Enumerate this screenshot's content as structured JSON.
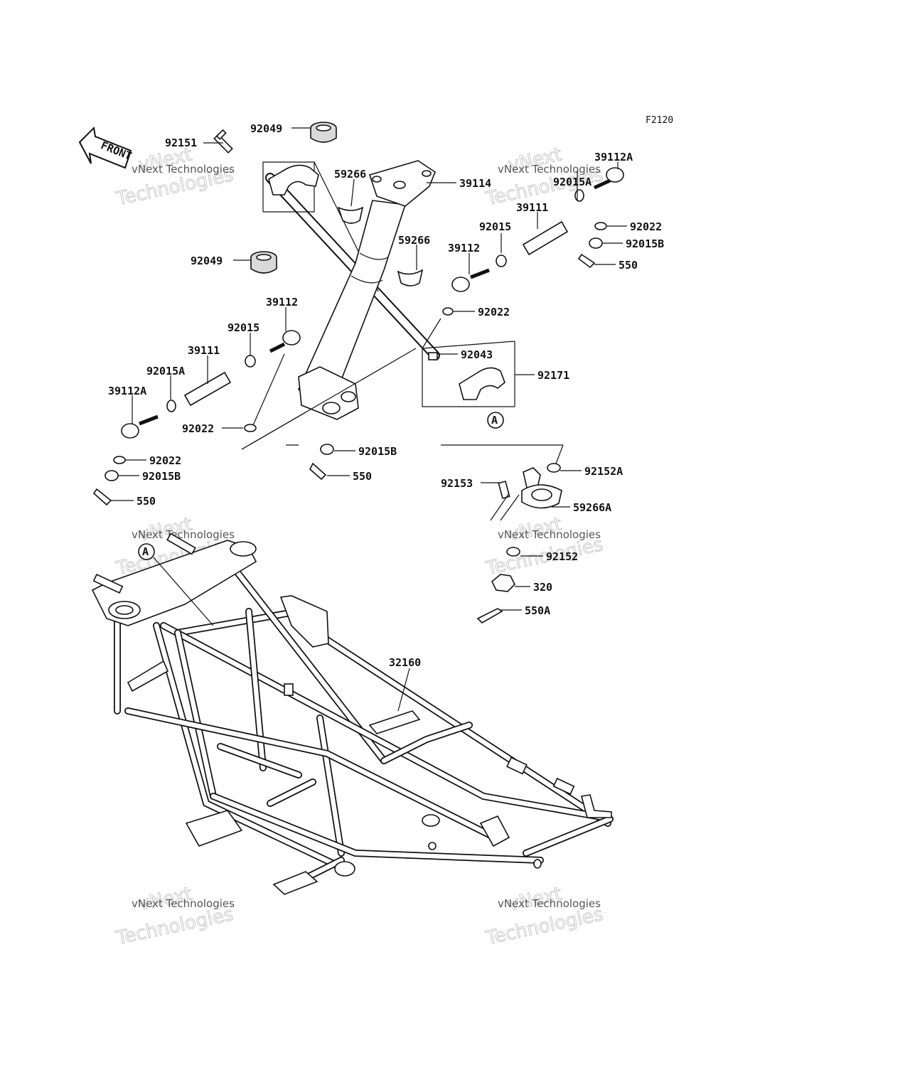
{
  "diagram_code": "F2120",
  "front_label": "FRONT",
  "ref_a": "A",
  "watermark": {
    "line1": "vNext",
    "line2": "Technologies",
    "caption": "vNext Technologies"
  },
  "parts": [
    {
      "id": "p92151",
      "label": "92151"
    },
    {
      "id": "p92049_top",
      "label": "92049"
    },
    {
      "id": "p92049_bottom",
      "label": "92049"
    },
    {
      "id": "p59266_top",
      "label": "59266"
    },
    {
      "id": "p39114",
      "label": "39114"
    },
    {
      "id": "p59266_mid",
      "label": "59266"
    },
    {
      "id": "p39112A_right",
      "label": "39112A"
    },
    {
      "id": "p92015A_right",
      "label": "92015A"
    },
    {
      "id": "p39111_right",
      "label": "39111"
    },
    {
      "id": "p92015_right",
      "label": "92015"
    },
    {
      "id": "p92022_right",
      "label": "92022"
    },
    {
      "id": "p92015B_right",
      "label": "92015B"
    },
    {
      "id": "p550_right",
      "label": "550"
    },
    {
      "id": "p39112_right",
      "label": "39112"
    },
    {
      "id": "p92022_mid",
      "label": "92022"
    },
    {
      "id": "p92043",
      "label": "92043"
    },
    {
      "id": "p92171",
      "label": "92171"
    },
    {
      "id": "p39112_left",
      "label": "39112"
    },
    {
      "id": "p92015_left",
      "label": "92015"
    },
    {
      "id": "p39111_left",
      "label": "39111"
    },
    {
      "id": "p92015A_left",
      "label": "92015A"
    },
    {
      "id": "p39112A_left",
      "label": "39112A"
    },
    {
      "id": "p92022_left",
      "label": "92022"
    },
    {
      "id": "p92015B_mid",
      "label": "92015B"
    },
    {
      "id": "p550_mid",
      "label": "550"
    },
    {
      "id": "p92022_leftlow",
      "label": "92022"
    },
    {
      "id": "p92015B_left",
      "label": "92015B"
    },
    {
      "id": "p550_left",
      "label": "550"
    },
    {
      "id": "p92152A",
      "label": "92152A"
    },
    {
      "id": "p92153",
      "label": "92153"
    },
    {
      "id": "p59266A",
      "label": "59266A"
    },
    {
      "id": "p92152",
      "label": "92152"
    },
    {
      "id": "p320",
      "label": "320"
    },
    {
      "id": "p550A",
      "label": "550A"
    },
    {
      "id": "p32160",
      "label": "32160"
    }
  ]
}
